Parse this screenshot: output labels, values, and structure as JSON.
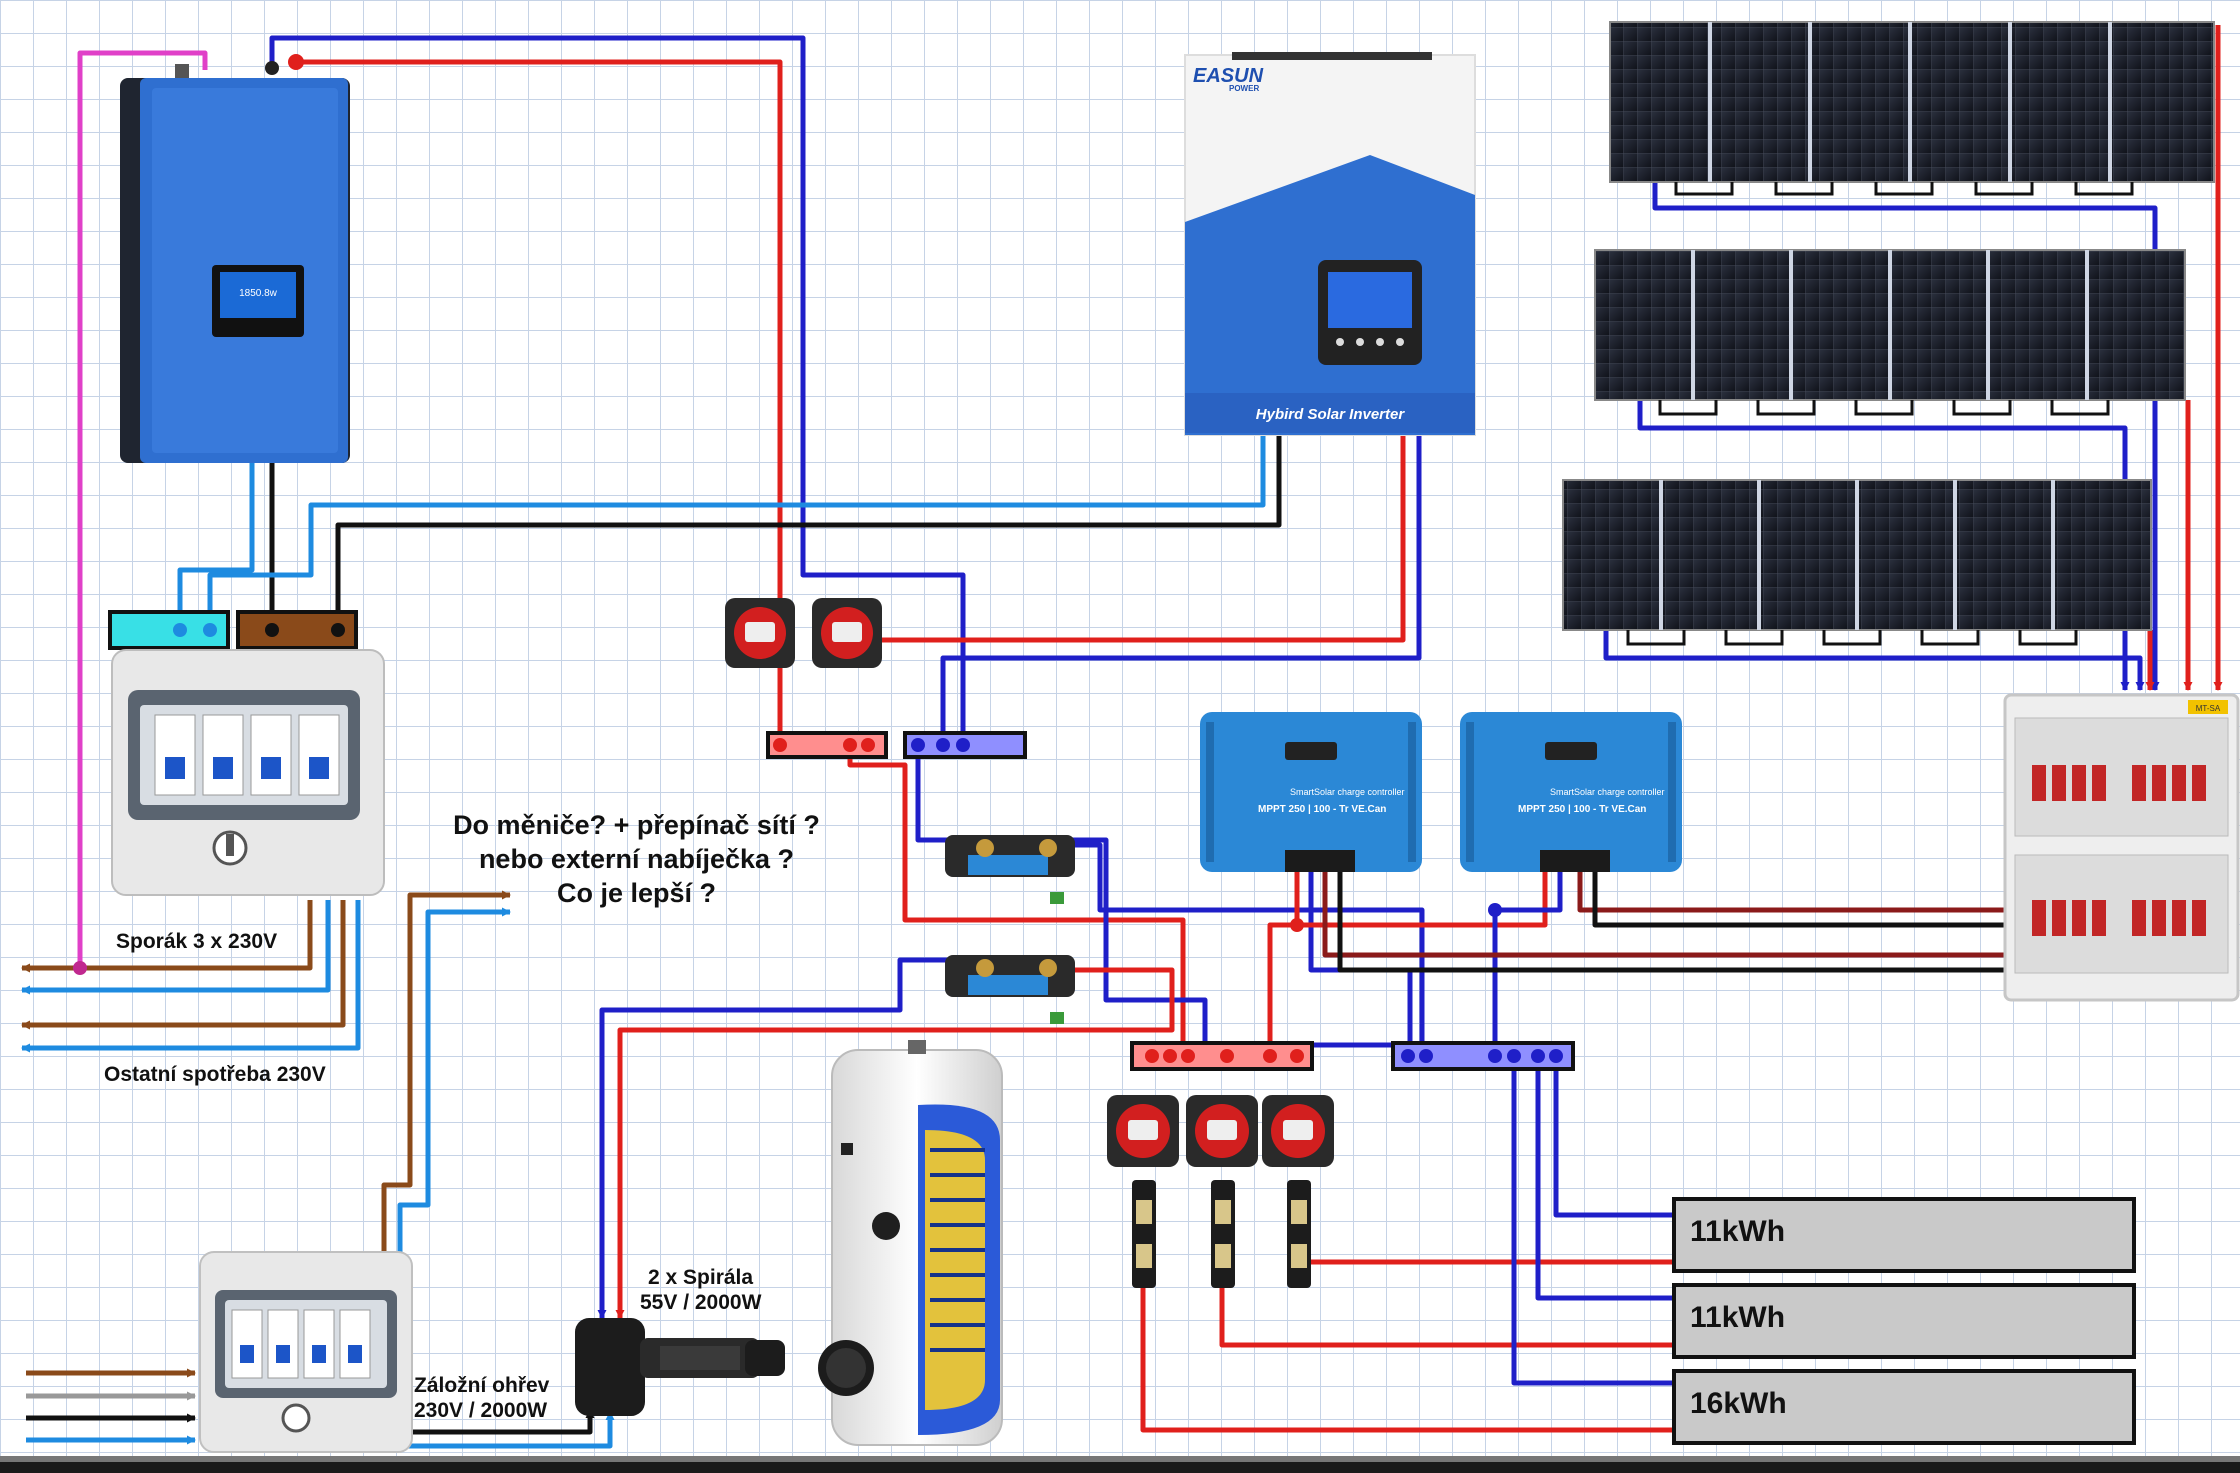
{
  "inverter_brand": {
    "logo": "EASUN",
    "sub": "POWER"
  },
  "inverter_label": "Hybird Solar Inverter",
  "grid_inverter_screen": "1850.8w",
  "question": {
    "line1": "Do měniče? + přepínač sítí ?",
    "line2": "nebo externí nabíječka ?",
    "line3": "Co je lepší ?"
  },
  "labels": {
    "stove": "Sporák 3 x 230V",
    "other": "Ostatní spotřeba 230V",
    "spiral_line1": "2 x Spirála",
    "spiral_line2": "55V / 2000W",
    "backup_line1": "Záložní ohřev",
    "backup_line2": "230V / 2000W"
  },
  "batteries": [
    {
      "label": "11kWh"
    },
    {
      "label": "11kWh"
    },
    {
      "label": "16kWh"
    }
  ],
  "charge_controllers": [
    {
      "line1": "SmartSolar charge controller",
      "line2": "MPPT 250 | 100 - Tr VE.Can"
    },
    {
      "line1": "SmartSolar charge controller",
      "line2": "MPPT 250 | 100 - Tr VE.Can"
    }
  ],
  "combiner_tag": "MT-SA",
  "colors": {
    "dc_positive": "#e0201c",
    "dc_negative": "#1f1fc8",
    "ac_blue": "#1e8be0",
    "ac_black": "#111111",
    "ac_brown": "#8a4a1a",
    "magenta": "#e040c8",
    "pv_dark_red": "#8b1a1a",
    "inverter_blue": "#2f6fd0",
    "controller_blue": "#2b88d6",
    "battery_fill": "#c9c9c9"
  }
}
